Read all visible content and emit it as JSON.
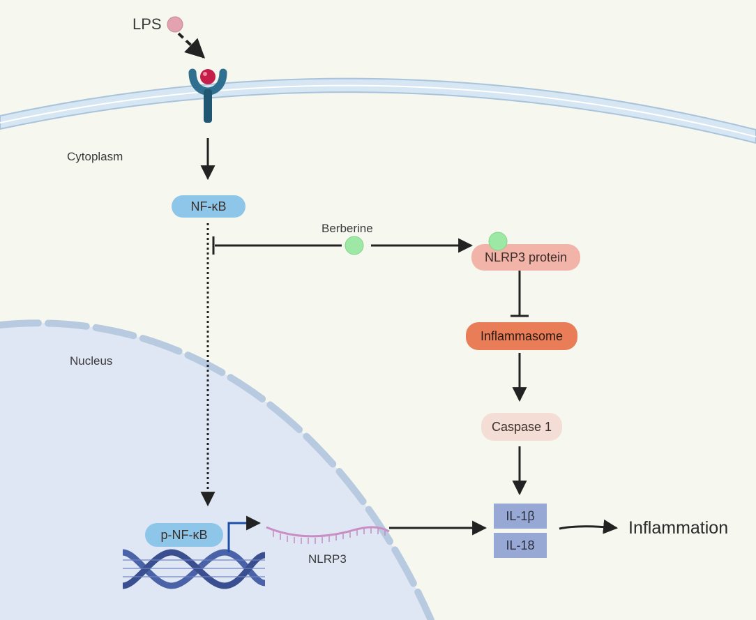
{
  "labels": {
    "lps": "LPS",
    "cytoplasm": "Cytoplasm",
    "nucleus": "Nucleus",
    "berberine": "Berberine",
    "nlrp3_gene": "NLRP3",
    "inflammation": "Inflammation"
  },
  "nodes": {
    "nfkb": "NF-κB",
    "p_nfkb": "p-NF-κB",
    "nlrp3_protein": "NLRP3 protein",
    "inflammasome": "Inflammasome",
    "caspase1": "Caspase 1",
    "il1b": "IL-1β",
    "il18": "IL-18"
  },
  "colors": {
    "background": "#f6f7ef",
    "nucleus_fill": "#dfe7f5",
    "membrane": "#c9dced",
    "nfkb_pill": "#8ec6ea",
    "nlrp3_pill": "#f2b4a8",
    "inflammasome_pill": "#e97d58",
    "caspase_pill": "#f3ddd4",
    "cytokine_box": "#97a8d4",
    "berberine": "#9ee8a5",
    "lps": "#e2a2b0",
    "dna": "#4a63a8",
    "mrna": "#c98fc4",
    "arrow": "#222222"
  }
}
